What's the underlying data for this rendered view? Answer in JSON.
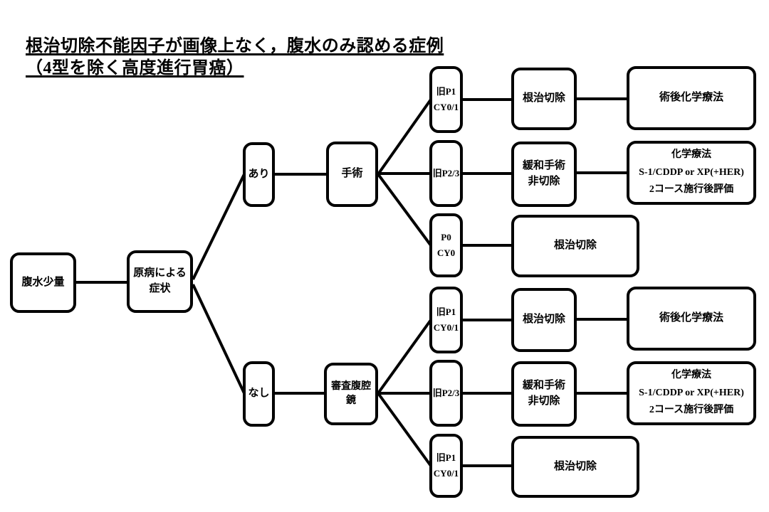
{
  "title": {
    "line1": "根治切除不能因子が画像上なく，腹水のみ認める症例",
    "line2": "（4型を除く高度進行胃癌）"
  },
  "nodes": {
    "ascites_small": "腹水少量",
    "primary_disease_symptoms": [
      "原病による",
      "症状"
    ],
    "symptoms_present": "あり",
    "symptoms_absent": "なし",
    "surgery": "手術",
    "staging_laparoscopy": "審査腹腔鏡",
    "upper_p1_cy01": [
      "旧P1",
      "CY0/1"
    ],
    "upper_p23": "旧P2/3",
    "upper_p0_cy0": [
      "P0",
      "CY0"
    ],
    "upper_curative_resection": "根治切除",
    "upper_palliative_surgery": [
      "緩和手術",
      "非切除"
    ],
    "upper_curative_resection_final": "根治切除",
    "upper_postop_chemo": "術後化学療法",
    "upper_chemo": [
      "化学療法",
      "S-1/CDDP or XP(+HER)",
      "2コース施行後評価"
    ],
    "lower_p1_cy01": [
      "旧P1",
      "CY0/1"
    ],
    "lower_p23": "旧P2/3",
    "lower_p1_cy01_b": [
      "旧P1",
      "CY0/1"
    ],
    "lower_curative_resection": "根治切除",
    "lower_palliative_surgery": [
      "緩和手術",
      "非切除"
    ],
    "lower_curative_resection_final": "根治切除",
    "lower_postop_chemo": "術後化学療法",
    "lower_chemo": [
      "化学療法",
      "S-1/CDDP or XP(+HER)",
      "2コース施行後評価"
    ]
  },
  "edges": [
    {
      "from": "ascites_small",
      "to": "primary_disease_symptoms"
    },
    {
      "from": "primary_disease_symptoms",
      "to": "symptoms_present"
    },
    {
      "from": "primary_disease_symptoms",
      "to": "symptoms_absent"
    },
    {
      "from": "symptoms_present",
      "to": "surgery"
    },
    {
      "from": "surgery",
      "to": "upper_p1_cy01"
    },
    {
      "from": "surgery",
      "to": "upper_p23"
    },
    {
      "from": "surgery",
      "to": "upper_p0_cy0"
    },
    {
      "from": "upper_p1_cy01",
      "to": "upper_curative_resection"
    },
    {
      "from": "upper_curative_resection",
      "to": "upper_postop_chemo"
    },
    {
      "from": "upper_p23",
      "to": "upper_palliative_surgery"
    },
    {
      "from": "upper_palliative_surgery",
      "to": "upper_chemo"
    },
    {
      "from": "upper_p0_cy0",
      "to": "upper_curative_resection_final"
    },
    {
      "from": "symptoms_absent",
      "to": "staging_laparoscopy"
    },
    {
      "from": "staging_laparoscopy",
      "to": "lower_p1_cy01"
    },
    {
      "from": "staging_laparoscopy",
      "to": "lower_p23"
    },
    {
      "from": "staging_laparoscopy",
      "to": "lower_p1_cy01_b"
    },
    {
      "from": "lower_p1_cy01",
      "to": "lower_curative_resection"
    },
    {
      "from": "lower_curative_resection",
      "to": "lower_postop_chemo"
    },
    {
      "from": "lower_p23",
      "to": "lower_palliative_surgery"
    },
    {
      "from": "lower_palliative_surgery",
      "to": "lower_chemo"
    },
    {
      "from": "lower_p1_cy01_b",
      "to": "lower_curative_resection_final"
    }
  ],
  "colors": {
    "background": "#ffffff",
    "line": "#000000",
    "box_border": "#000000",
    "text": "#000000"
  }
}
